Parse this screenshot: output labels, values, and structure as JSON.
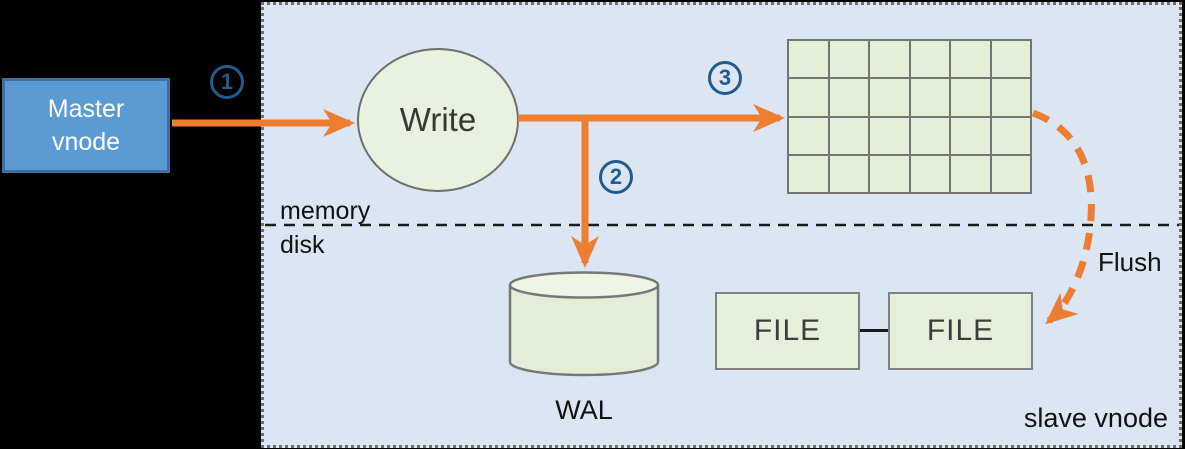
{
  "diagram": {
    "master_vnode": {
      "line1": "Master",
      "line2": "vnode"
    },
    "write_node": {
      "label": "Write"
    },
    "steps": [
      {
        "label": "1"
      },
      {
        "label": "2"
      },
      {
        "label": "3"
      }
    ],
    "layers": {
      "memory_label": "memory",
      "disk_label": "disk"
    },
    "memtable_grid": {
      "rows": 4,
      "cols": 6
    },
    "wal": {
      "label": "WAL"
    },
    "files": [
      {
        "label": "FILE"
      },
      {
        "label": "FILE"
      }
    ],
    "flush": {
      "label": "Flush"
    },
    "slave_vnode": {
      "label": "slave vnode"
    },
    "colors": {
      "background": "#000000",
      "panel_fill": "#dce6f2",
      "panel_border": "#6e6e6e",
      "master_fill": "#5b9bd5",
      "master_border": "#3f6f9f",
      "shape_fill": "#e8f1dd",
      "grid_cell_fill": "#e4efd7",
      "shape_border": "#757575",
      "arrow_orange": "#ed7d31",
      "step_number_blue": "#1f5c8d",
      "text_dark": "#383838"
    }
  }
}
